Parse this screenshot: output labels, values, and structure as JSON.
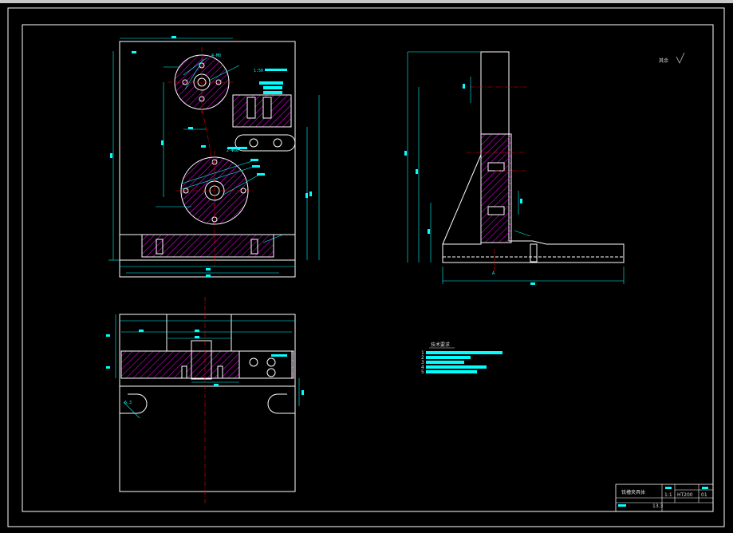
{
  "drawing": {
    "roughness_note": "其余",
    "notes_title": "技术要求",
    "notes": [
      "1",
      "2",
      "3",
      "4",
      "5"
    ],
    "title_block": {
      "title": "铣槽夹具体",
      "scale": "1:1",
      "material": "HT200",
      "quantity": "01",
      "weight": "13.3"
    },
    "front_view_labels": {
      "hole_label_top": "4-M8",
      "section_ref": "1:50",
      "hole_label_mid": "2-Φ18"
    },
    "side_view_labels": {
      "datum": "A"
    },
    "plan_view_labels": {
      "roughness": "6.3"
    }
  },
  "colors": {
    "background": "#000000",
    "outline": "#ffffff",
    "dimension": "#00ffff",
    "hatch": "#ff00ff",
    "centerline": "#ff0000",
    "frame": "#ffffff"
  }
}
